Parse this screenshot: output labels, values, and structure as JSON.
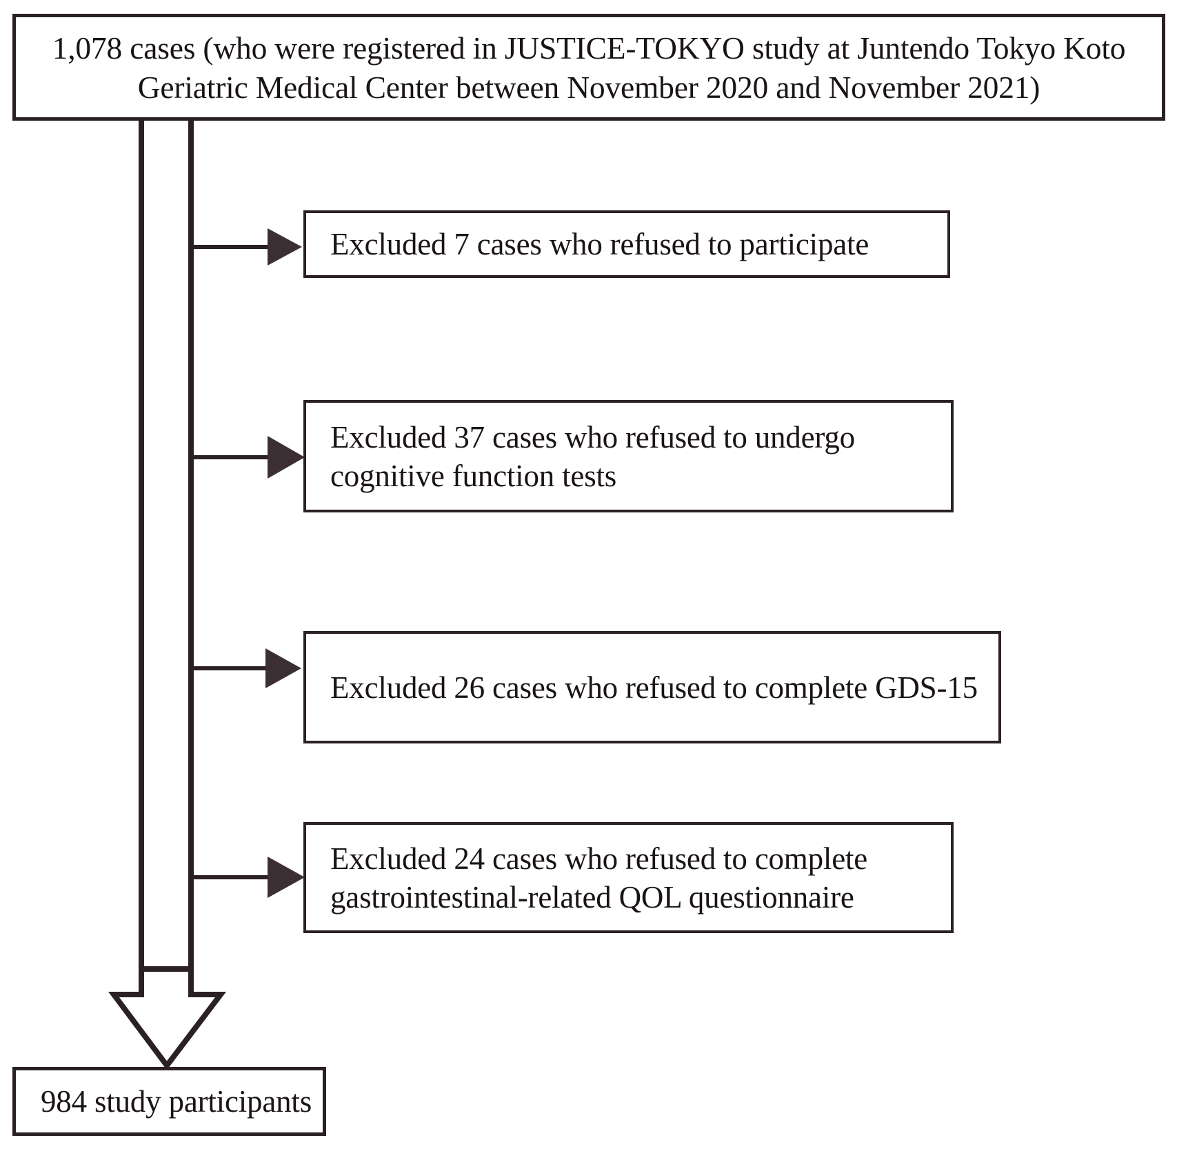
{
  "figure": {
    "type": "flowchart",
    "orientation": "top-down",
    "accent_color": "#1a1416",
    "background_color": "#ffffff"
  },
  "source_node": {
    "id": "source",
    "label": "1,078 cases (who were registered in JUSTICE-TOKYO study at Juntendo Tokyo Koto Geriatric Medical Center between November 2020 and November 2021)",
    "count": "1,078",
    "line1": "1,078 cases (who were registered in JUSTICE-TOKYO study at Juntendo Tokyo",
    "line2": "Koto Geriatric Medical Center between November 2020 and November 2021)"
  },
  "exclusions": [
    {
      "id": "excl-0",
      "label": "Excluded 7 cases who refused to participate",
      "count": "7",
      "reason": "refused to participate"
    },
    {
      "id": "excl-1",
      "label": "Excluded 37 cases who refused to undergo cognitive function tests",
      "count": "37",
      "reason": "refused to undergo cognitive function tests"
    },
    {
      "id": "excl-2",
      "label": "Excluded 26 cases who refused to complete GDS-15",
      "count": "26",
      "reason": "refused to complete GDS-15"
    },
    {
      "id": "excl-3",
      "label": "Excluded 24 cases who refused to complete gastrointestinal-related QOL questionnaire",
      "count": "24",
      "reason": "refused to complete gastrointestinal-related QOL questionnaire"
    }
  ],
  "result_node": {
    "id": "result",
    "label": "984 study participants",
    "count": "984"
  },
  "connectors": {
    "main_trunk_name": "main-flow-trunk",
    "branch_arrow_name": "exclusion-branch-arrow",
    "terminal_arrow_name": "terminal-block-arrow"
  }
}
